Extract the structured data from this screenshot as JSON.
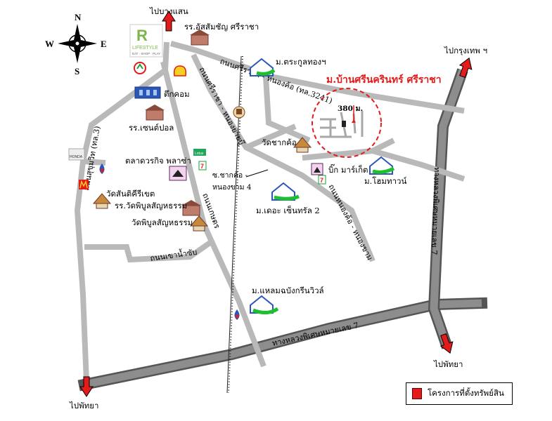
{
  "compass": {
    "north": "N",
    "south": "S",
    "east": "E",
    "west": "W"
  },
  "destinations": {
    "bang_saen": "ไปบางแสน",
    "bangkok": "ไปกรุงเทพ ฯ",
    "pattaya_right": "ไปพัทยา",
    "pattaya_left": "ไปพัทยา"
  },
  "project": {
    "name": "ม.บ้านศรีนครินทร์ ศรีราชา",
    "distance": "380 ม."
  },
  "roads": {
    "sriracha_nongkho": "ถนนศรีราชา - หนองค้อ (ทล.3241)",
    "sriracha_nongkho_diag": "ถนนศรีราชา - หนองยายบู๊",
    "sukhumvit": "ถนนสุขุมวิท (ทล.3)",
    "nongkho_2": "ถนนหนองค้อ - หนองขาม",
    "kasetsart": "ถนนเกษตร",
    "khao_nam_sap": "ถนนเขาน้ำซับ",
    "highway_7": "ทางหลวงพิเศษหมายเลข 7",
    "highway_7_vertical": "ทางหลวงพิเศษหมายเลข 7",
    "soi_label_1": "ซ.ชากค้อ -",
    "soi_label_2": "หนองขาม 4"
  },
  "landmarks": {
    "lifestyle_logo": "LIFESTYLE",
    "lifestyle_sub": "EAT · SHOP · PLAY",
    "school_assumption": "รร.อัสสัมชัญ ศรีราชา",
    "tuk_com": "ตึกคอม",
    "school_st_paul": "รร.เซนต์ปอล",
    "market_plaza": "ตลาดวรกิจ พลาซ่า",
    "wat_santikhiri": "วัดสันติคีรีเขต",
    "school_wat_piboon": "รร.วัดพิบูลสัญหธรรม",
    "wat_piboon": "วัดพิบูลสัญหธรรม",
    "village_trakul": "ม.ตระกูลทองฯ",
    "wat_chakkho": "วัดชากค้อ",
    "big_market": "บิ๊ก มาร์เก็ต",
    "village_home_town": "ม.โฮมทาวน์",
    "village_central": "ม.เดอะ เซ็นทรัล 2",
    "village_laemchabang": "ม.แหลมฉบังกรีนวิวล์",
    "lotus_sign": "Lotus",
    "honda_sign": "HONDA"
  },
  "legend": {
    "label": "โครงการที่ตั้งทรัพย์สิน"
  },
  "colors": {
    "highway": "#6d6d6d",
    "road": "#b7b7b7",
    "marker": "#e31b1b",
    "village_icon": "#2a56b8",
    "village_road": "#1fbf2f",
    "temple": "#c8893a"
  }
}
